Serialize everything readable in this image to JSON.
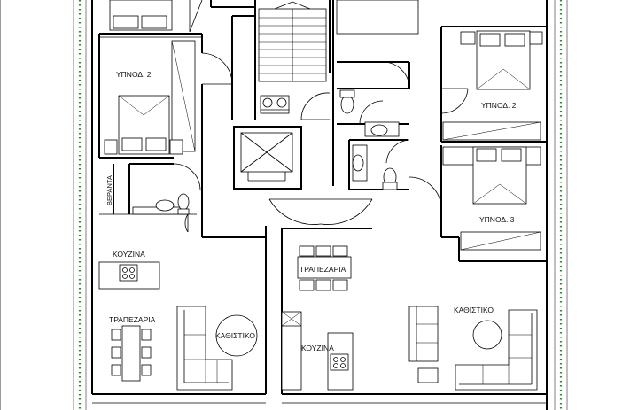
{
  "plan": {
    "labels": {
      "bedroom2_left": "ΥΠΝΟΔ. 2",
      "veranda": "ΒΕΡΑΝΤΑ",
      "kitchen_left": "ΚΟΥΖΙΝΑ",
      "dining_left": "ΤΡΑΠΕΖΑΡΙΑ",
      "living_left": "ΚΑΘΙΣΤΙΚΟ",
      "dining_right": "ΤΡΑΠΕΖΑΡΙΑ",
      "kitchen_right": "ΚΟΥΖΙΝΑ",
      "living_right": "ΚΑΘΙΣΤΙΚΟ",
      "bedroom2_right": "ΥΠΝΟΔ. 2",
      "bedroom3_right": "ΥΠΝΟΔ. 3"
    },
    "colors": {
      "walls": "#000000",
      "landscape_border": "#2e8b2e",
      "background": "#ffffff"
    }
  }
}
